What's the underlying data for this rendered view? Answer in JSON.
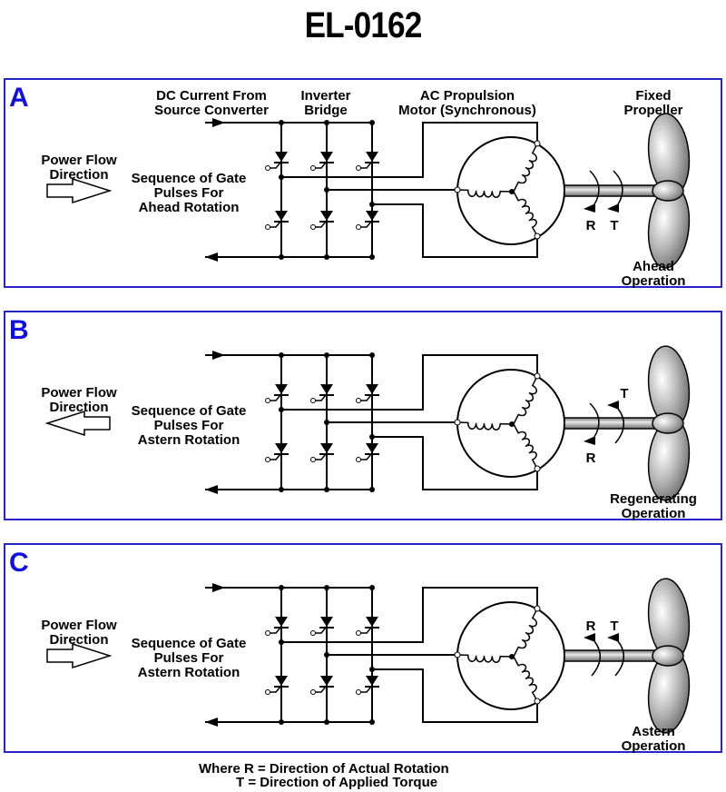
{
  "title": "EL-0162",
  "header_labels": {
    "dc_current": [
      "DC Current From",
      "Source Converter"
    ],
    "inverter": [
      "Inverter",
      "Bridge"
    ],
    "motor": [
      "AC Propulsion",
      "Motor (Synchronous)"
    ],
    "propeller": [
      "Fixed",
      "Propeller"
    ]
  },
  "colors": {
    "border": "#2626c8",
    "letter": "#1010e0"
  },
  "panels": [
    {
      "letter": "A",
      "power_flow_label": [
        "Power Flow",
        "Direction"
      ],
      "power_flow_direction": "right",
      "gate_sequence": [
        "Sequence of Gate",
        "Pulses For",
        "Ahead Rotation"
      ],
      "operation": [
        "Ahead",
        "Operation"
      ],
      "arrows": [
        {
          "symbol": "R",
          "direction": "left",
          "label_pos": "below"
        },
        {
          "symbol": "T",
          "direction": "left",
          "label_pos": "below"
        }
      ],
      "show_header_labels": true
    },
    {
      "letter": "B",
      "power_flow_label": [
        "Power Flow",
        "Direction"
      ],
      "power_flow_direction": "left",
      "gate_sequence": [
        "Sequence of Gate",
        "Pulses For",
        "Astern Rotation"
      ],
      "operation": [
        "Regenerating",
        "Operation"
      ],
      "arrows": [
        {
          "symbol": "R",
          "direction": "left-bottom",
          "label_pos": "below"
        },
        {
          "symbol": "T",
          "direction": "left-top",
          "label_pos": "above"
        }
      ],
      "show_header_labels": false
    },
    {
      "letter": "C",
      "power_flow_label": [
        "Power Flow",
        "Direction"
      ],
      "power_flow_direction": "right",
      "gate_sequence": [
        "Sequence of Gate",
        "Pulses For",
        "Astern Rotation"
      ],
      "operation": [
        "Astern",
        "Operation"
      ],
      "arrows": [
        {
          "symbol": "R",
          "direction": "left-top",
          "label_pos": "above"
        },
        {
          "symbol": "T",
          "direction": "left-top",
          "label_pos": "above"
        }
      ],
      "show_header_labels": false
    }
  ],
  "footer": {
    "line1": "Where R = Direction of Actual Rotation",
    "line2": "T = Direction of Applied Torque"
  }
}
